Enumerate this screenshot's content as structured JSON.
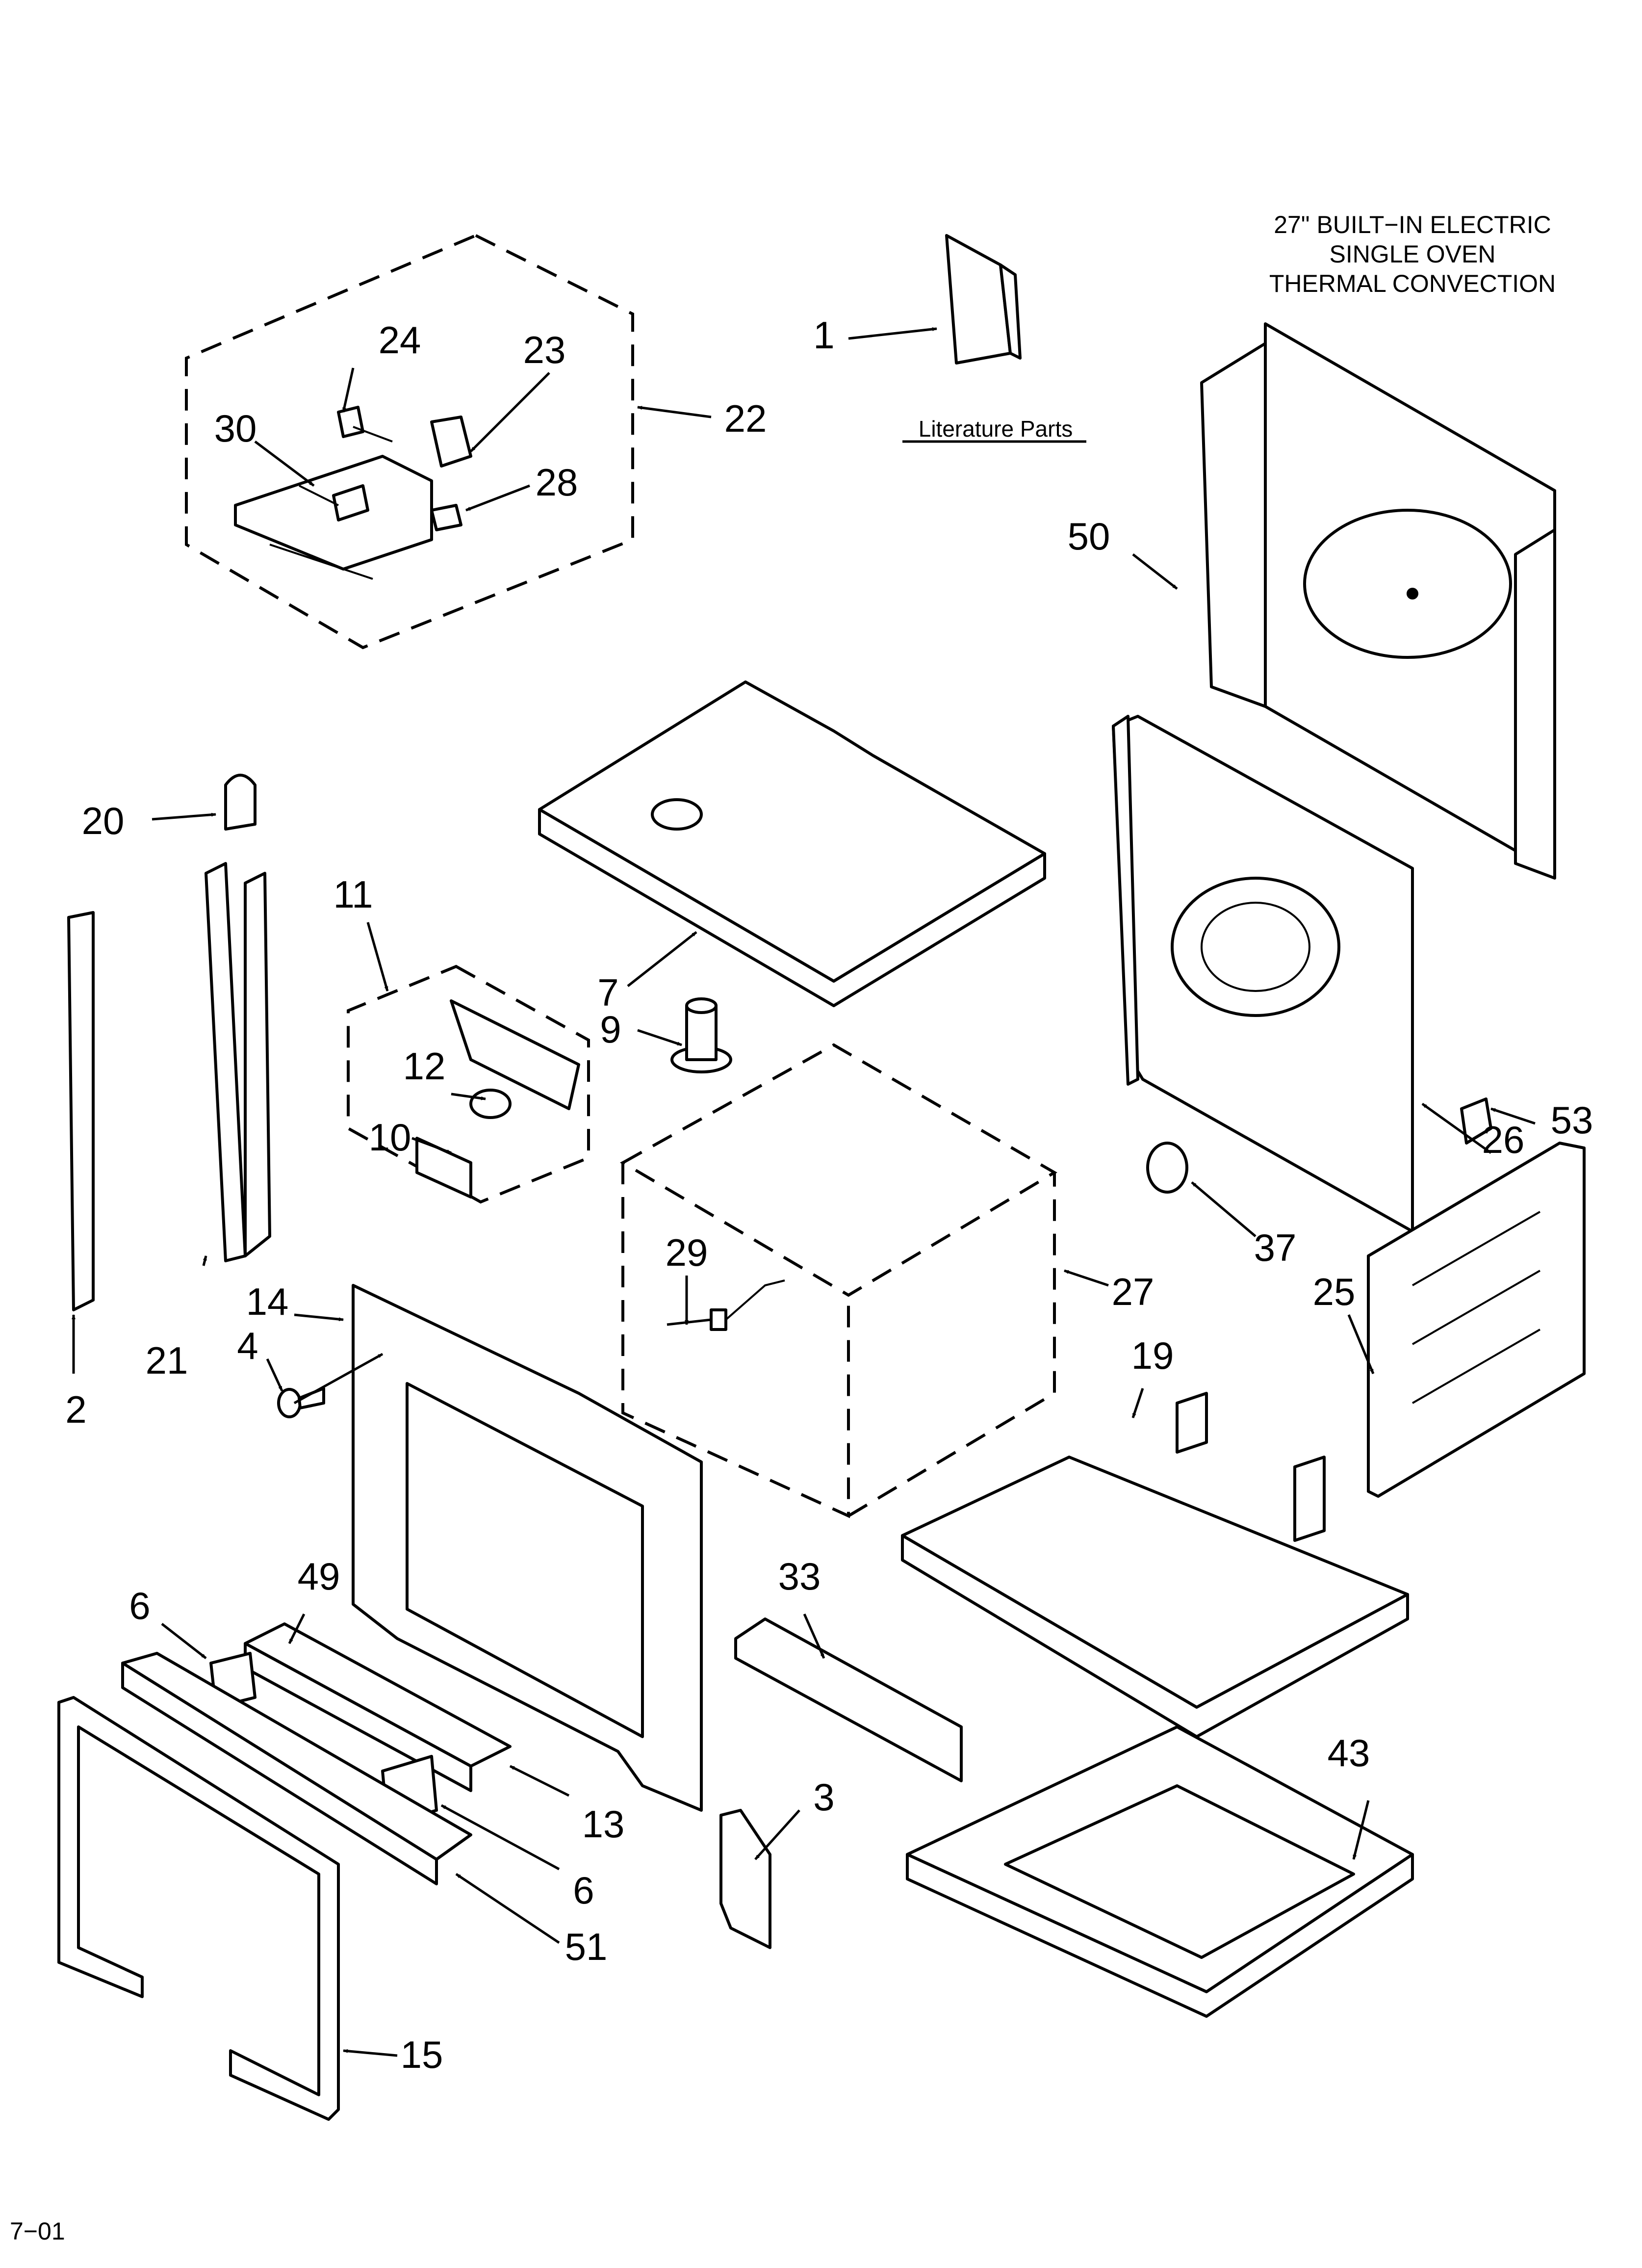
{
  "header": {
    "title_lines": [
      "27\" BUILT−IN ELECTRIC",
      "SINGLE OVEN",
      "THERMAL CONVECTION"
    ]
  },
  "literature": {
    "label": "Literature Parts"
  },
  "footer": {
    "code": "7−01"
  },
  "callouts": [
    {
      "id": "1",
      "label": "1"
    },
    {
      "id": "2",
      "label": "2"
    },
    {
      "id": "3",
      "label": "3"
    },
    {
      "id": "4",
      "label": "4"
    },
    {
      "id": "6a",
      "label": "6"
    },
    {
      "id": "6b",
      "label": "6"
    },
    {
      "id": "7",
      "label": "7"
    },
    {
      "id": "9",
      "label": "9"
    },
    {
      "id": "10",
      "label": "10"
    },
    {
      "id": "11",
      "label": "11"
    },
    {
      "id": "12",
      "label": "12"
    },
    {
      "id": "13",
      "label": "13"
    },
    {
      "id": "14",
      "label": "14"
    },
    {
      "id": "15",
      "label": "15"
    },
    {
      "id": "19",
      "label": "19"
    },
    {
      "id": "20",
      "label": "20"
    },
    {
      "id": "21",
      "label": "21"
    },
    {
      "id": "22",
      "label": "22"
    },
    {
      "id": "23",
      "label": "23"
    },
    {
      "id": "24",
      "label": "24"
    },
    {
      "id": "25",
      "label": "25"
    },
    {
      "id": "26",
      "label": "26"
    },
    {
      "id": "27",
      "label": "27"
    },
    {
      "id": "28",
      "label": "28"
    },
    {
      "id": "29",
      "label": "29"
    },
    {
      "id": "30",
      "label": "30"
    },
    {
      "id": "33",
      "label": "33"
    },
    {
      "id": "37",
      "label": "37"
    },
    {
      "id": "43",
      "label": "43"
    },
    {
      "id": "49",
      "label": "49"
    },
    {
      "id": "50",
      "label": "50"
    },
    {
      "id": "51",
      "label": "51"
    },
    {
      "id": "53",
      "label": "53"
    }
  ]
}
